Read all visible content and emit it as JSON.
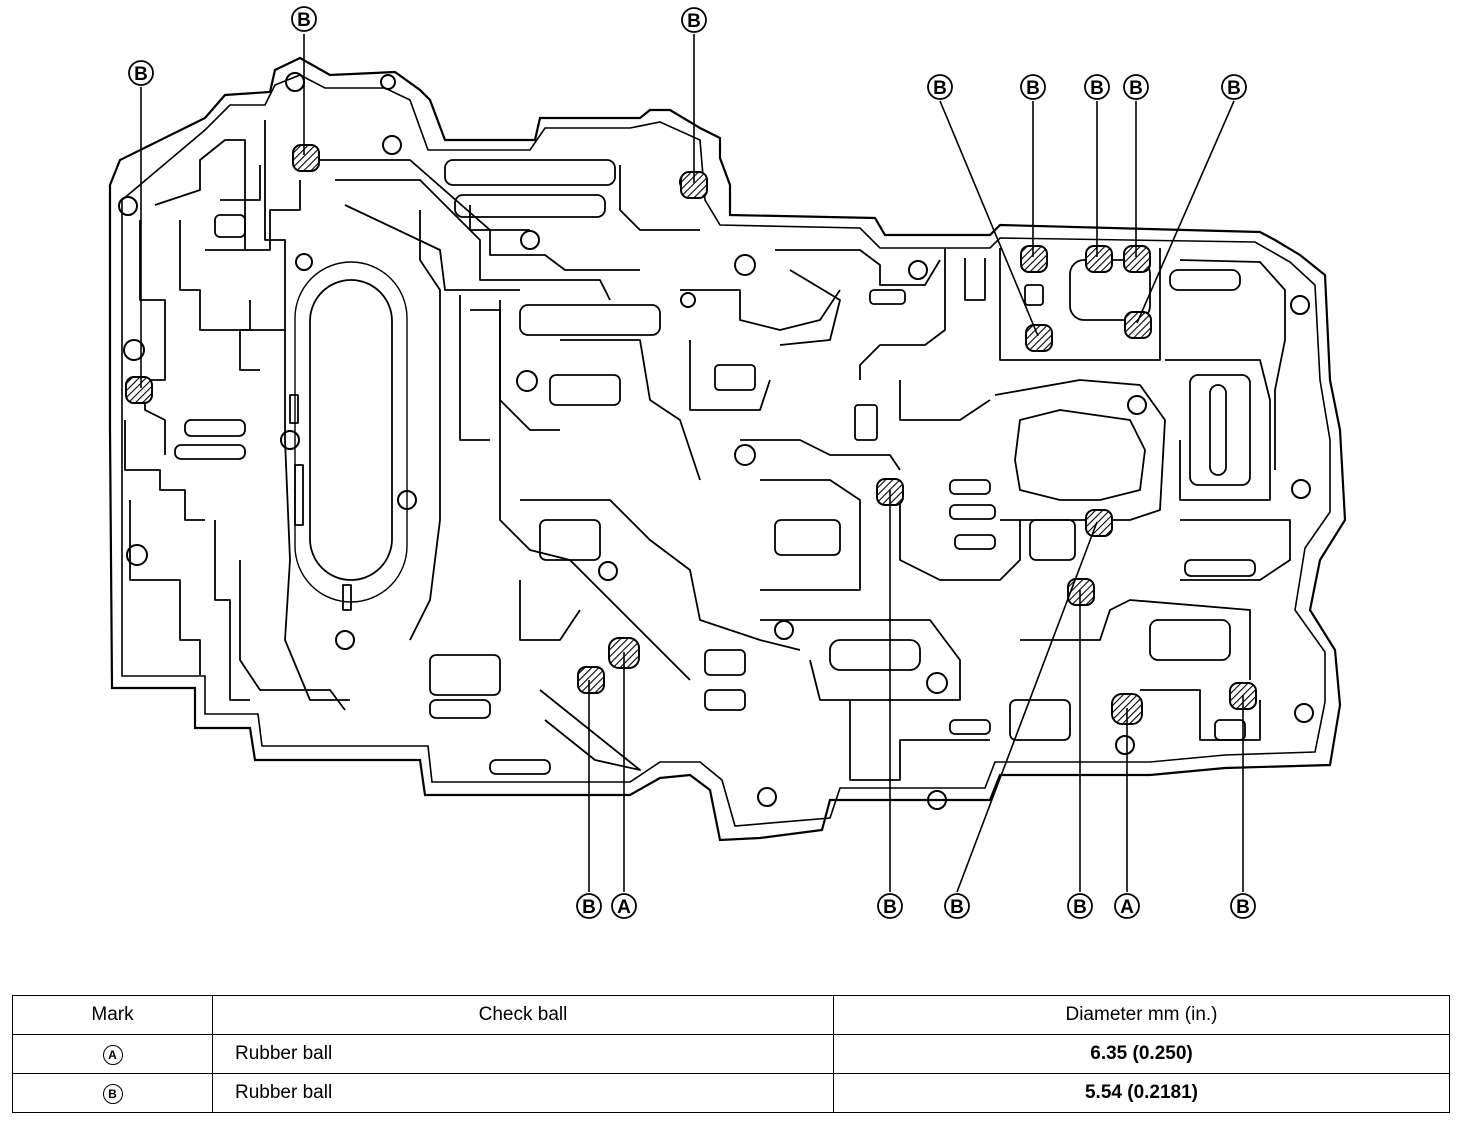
{
  "callouts": {
    "a": "A",
    "b": "B"
  },
  "table": {
    "headers": {
      "mark": "Mark",
      "check_ball": "Check ball",
      "diameter": "Diameter  mm (in.)"
    },
    "rows": [
      {
        "mark": "A",
        "check_ball": "Rubber ball",
        "diameter": "6.35 (0.250)"
      },
      {
        "mark": "B",
        "check_ball": "Rubber ball",
        "diameter": "5.54 (0.2181)"
      }
    ]
  }
}
